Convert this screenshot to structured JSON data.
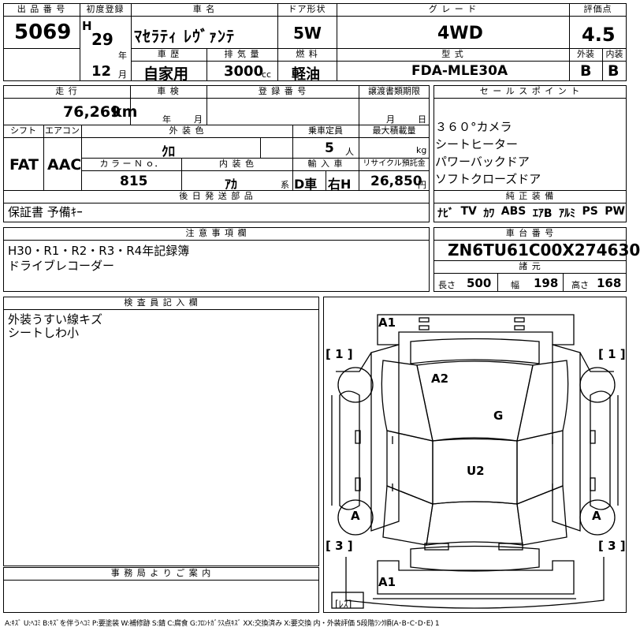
{
  "header": {
    "lot_label": "出 品 番 号",
    "lot_number": "5069",
    "first_reg_label": "初度登録",
    "era": "H",
    "year": "29",
    "year_unit": "年",
    "month": "12",
    "month_unit": "月",
    "car_name_label": "車 名",
    "car_name": "ﾏｾﾗﾃｨ ﾚｳﾞｧﾝﾃ",
    "history_label": "車 歴",
    "history": "自家用",
    "displacement_label": "排 気 量",
    "displacement": "3000",
    "displacement_unit": "cc",
    "door_label": "ドア形状",
    "door": "5W",
    "fuel_label": "燃 料",
    "fuel": "軽油",
    "grade_label": "グ レ ー ド",
    "grade": "4WD",
    "model_label": "型 式",
    "model": "FDA-MLE30A",
    "score_label": "評価点",
    "score": "4.5",
    "exterior_label": "外装",
    "exterior": "B",
    "interior_label": "内装",
    "interior": "B"
  },
  "details": {
    "mileage_label": "走 行",
    "mileage": "76,269",
    "mileage_unit": "km",
    "inspection_label": "車 検",
    "inspection_year_unit": "年",
    "inspection_month_unit": "月",
    "reg_no_label": "登 録 番 号",
    "transfer_label": "譲渡書類期限",
    "transfer_month_unit": "月",
    "transfer_day_unit": "日",
    "shift_label": "シフト",
    "shift": "FAT",
    "ac_label": "エアコン",
    "ac": "AAC",
    "ext_color_label": "外 装 色",
    "ext_color": "ｸﾛ",
    "color_no_label": "カ ラ ー Ｎ ｏ．",
    "color_no": "815",
    "int_color_label": "内 装 色",
    "int_color": "ｱｶ",
    "int_color_suffix": "系",
    "capacity_label": "乗車定員",
    "capacity": "5",
    "capacity_unit": "人",
    "max_load_label": "最大積載量",
    "max_load_unit": "kg",
    "import_label": "輸 入 車",
    "import_type": "D車",
    "steering": "右H",
    "recycle_label": "リサイクル預託金",
    "recycle": "26,850",
    "recycle_unit": "円",
    "later_parts_label": "後 日 発 送 部 品",
    "later_parts": "保証書 予備ｷｰ"
  },
  "sales": {
    "label": "セ ー ル ス ポ イ ン ト",
    "points": [
      "３６０°カメラ",
      "シートヒーター",
      "パワーバックドア",
      "ソフトクローズドア"
    ]
  },
  "equipment": {
    "label": "純 正 装 備",
    "items": [
      "ﾅﾋﾞ",
      "TV",
      "ｶﾜ",
      "ABS",
      "ｴｱB",
      "ｱﾙﾐ",
      "PS",
      "PW"
    ]
  },
  "notes": {
    "label": "注 意 事 項 欄",
    "lines": [
      "H30・R1・R2・R3・R4年記録簿",
      "ドライブレコーダー"
    ]
  },
  "chassis": {
    "label": "車 台 番 号",
    "number": "ZN6TU61C00X274630",
    "dims_label": "諸 元",
    "length_label": "長さ",
    "length": "500",
    "width_label": "幅",
    "width": "198",
    "height_label": "高さ",
    "height": "168"
  },
  "inspector": {
    "label": "検 査 員 記 入 欄",
    "lines": [
      "外装うすい線キズ",
      "シートしわ小"
    ]
  },
  "office": {
    "label": "事 務 局 よ り ご 案 内"
  },
  "diagram": {
    "marks": [
      "A1",
      "A2",
      "G",
      "U2",
      "A",
      "A",
      "A1"
    ],
    "side_left_top": "[ 1 ]",
    "side_right_top": "[ 1 ]",
    "side_left_bottom": "[ 3 ]",
    "side_right_bottom": "[ 3 ]",
    "les": "[ﾚｽ]"
  },
  "legend": "A:ｷｽﾞ U:ﾍｺﾐ B:ｷｽﾞを伴うﾍｺﾐ P:要塗装 W:補修跡 S:錆 C:腐食 G:ﾌﾛﾝﾄｶﾞﾗｽ点ｷｽﾞ XX:交換済み X:要交換 内・外装評価 5段階ﾗﾝｸ順(A･B･C･D･E) 1"
}
